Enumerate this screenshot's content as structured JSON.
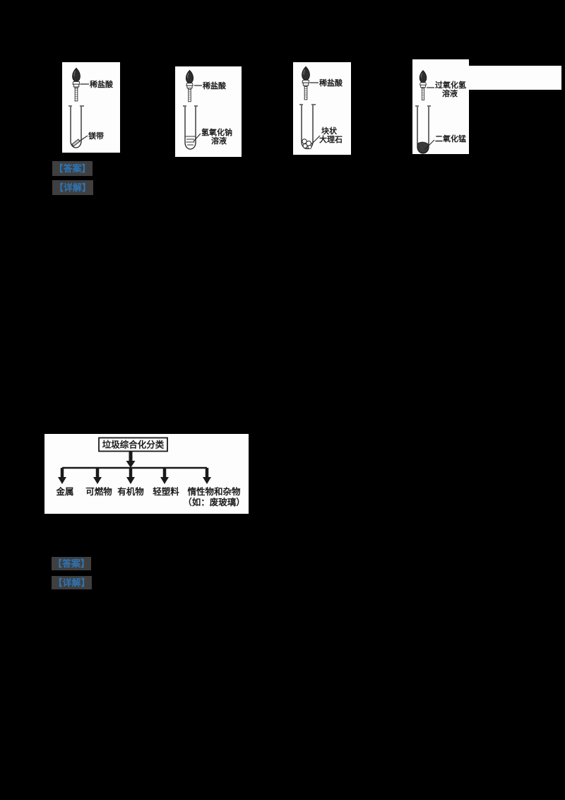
{
  "document": {
    "background_color": "#000000",
    "accent_blue": "#2E75B6",
    "chip_background": "#3F3F3F"
  },
  "figures": {
    "fig1": {
      "dropper_label": "稀盐酸",
      "content_label": "镁带"
    },
    "fig2": {
      "dropper_label": "稀盐酸",
      "content_label_line1": "氢氧化钠",
      "content_label_line2": "溶液"
    },
    "fig3": {
      "dropper_label": "稀盐酸",
      "content_label_line1": "块状",
      "content_label_line2": "大理石"
    },
    "fig4": {
      "dropper_label_line1": "过氧化氢",
      "dropper_label_line2": "溶液",
      "content_label": "二氧化锰"
    }
  },
  "answer_block_1": {
    "answer_label": "【答案】",
    "analysis_label": "【详解】"
  },
  "answer_block_2": {
    "answer_label": "【答案】",
    "analysis_label": "【详解】"
  },
  "flowchart": {
    "root_label": "垃圾综合化分类",
    "branches": [
      "金属",
      "可燃物",
      "有机物",
      "轻塑料",
      "惰性物和杂物"
    ],
    "branch_note": "（如：废玻璃）"
  }
}
